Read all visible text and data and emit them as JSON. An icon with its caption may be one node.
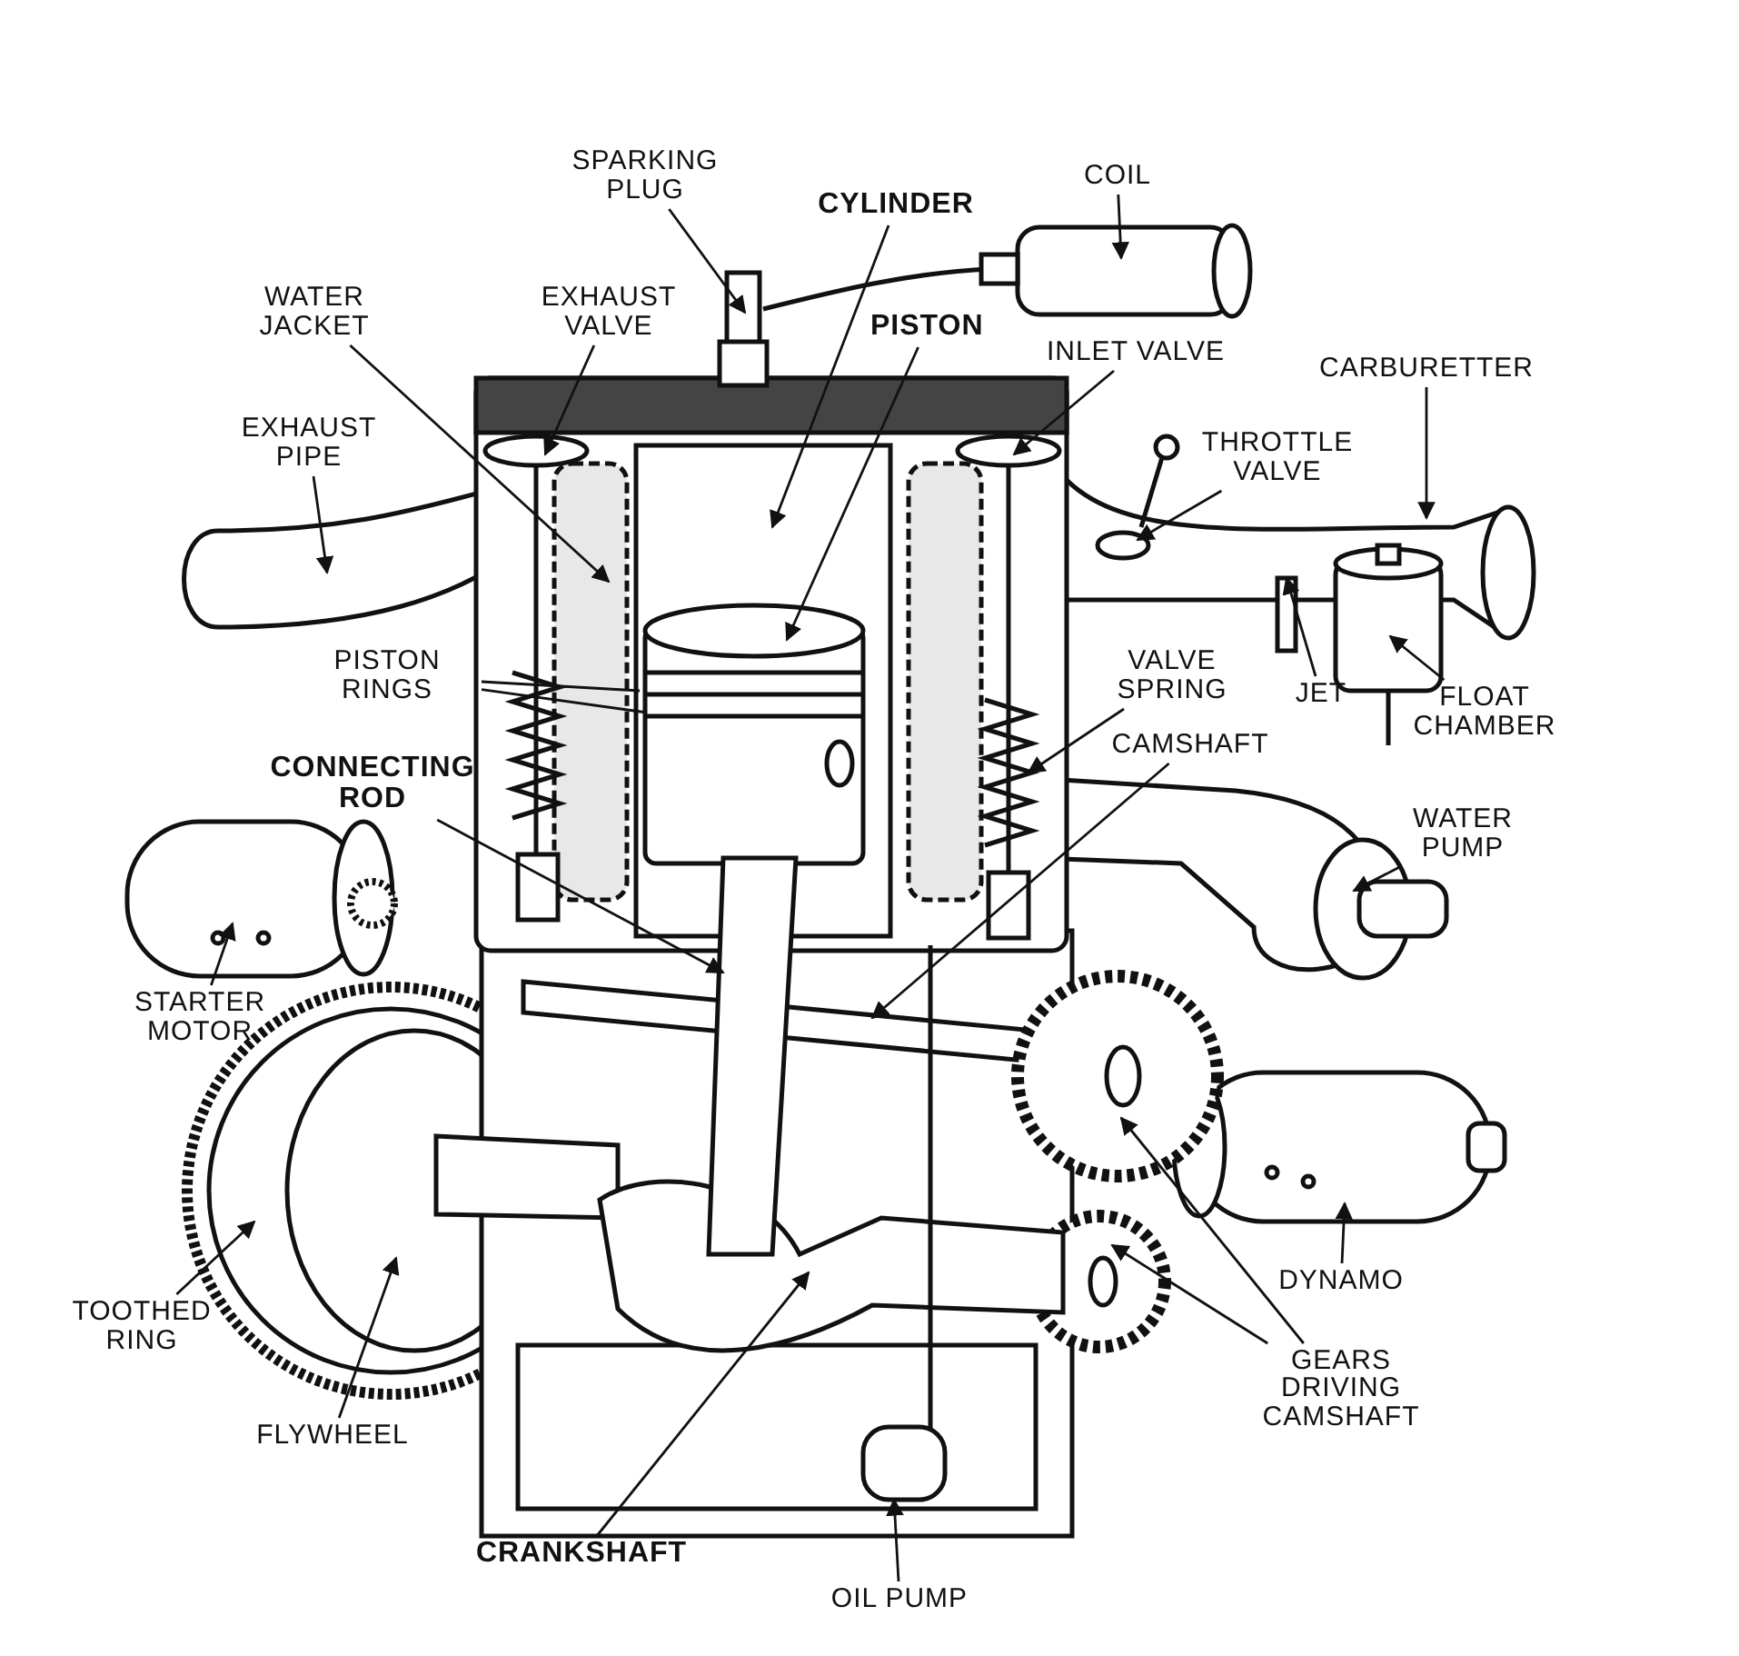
{
  "diagram": {
    "nodes": [
      {
        "text": [
          "SPARKING PLUG"
        ]
      },
      {
        "text": [
          "CYLINDER"
        ]
      },
      {
        "text": [
          "COIL"
        ]
      },
      {
        "text": [
          "WATER JACKET"
        ]
      },
      {
        "text": [
          "EXHAUST VALVE"
        ]
      },
      {
        "text": [
          "PISTON"
        ]
      },
      {
        "text": [
          "INLET VALVE"
        ]
      },
      {
        "text": [
          "CARBURETTER"
        ]
      },
      {
        "text": [
          "EXHAUST PIPE"
        ]
      },
      {
        "text": [
          "THROTTLE VALVE"
        ]
      },
      {
        "text": [
          "PISTON RINGS"
        ]
      },
      {
        "text": [
          "VALVE SPRING"
        ]
      },
      {
        "text": [
          "JET"
        ]
      },
      {
        "text": [
          "FLOAT CHAMBER"
        ]
      },
      {
        "text": [
          "CONNECTING ROD"
        ]
      },
      {
        "text": [
          "CAMSHAFT"
        ]
      },
      {
        "text": [
          "WATER PUMP"
        ]
      },
      {
        "text": [
          "STARTER MOTOR"
        ]
      },
      {
        "text": [
          "TOOTHED RING"
        ]
      },
      {
        "text": [
          "DYNAMO"
        ]
      },
      {
        "text": [
          "GEARS DRIVING CAMSHAFT"
        ]
      },
      {
        "text": [
          "FLYWHEEL"
        ]
      },
      {
        "text": [
          "CRANKSHAFT"
        ]
      },
      {
        "text": [
          "OIL PUMP"
        ]
      }
    ],
    "edges": [
      {
        "from": 0,
        "to": null,
        "arrow": "to"
      },
      {
        "from": 1,
        "to": null,
        "arrow": "to"
      },
      {
        "from": 2,
        "to": null,
        "arrow": "to"
      },
      {
        "from": 3,
        "to": null,
        "arrow": "to"
      },
      {
        "from": 4,
        "to": null,
        "arrow": "to"
      },
      {
        "from": 5,
        "to": null,
        "arrow": "to"
      },
      {
        "from": 6,
        "to": null,
        "arrow": "to"
      },
      {
        "from": 7,
        "to": null,
        "arrow": "to"
      },
      {
        "from": 8,
        "to": null,
        "arrow": "to"
      },
      {
        "from": 9,
        "to": null,
        "arrow": "to"
      },
      {
        "from": 10,
        "to": null,
        "arrow": "none"
      },
      {
        "from": 10,
        "to": null,
        "arrow": "none"
      },
      {
        "from": 11,
        "to": null,
        "arrow": "to"
      },
      {
        "from": 12,
        "to": null,
        "arrow": "to"
      },
      {
        "from": 13,
        "to": null,
        "arrow": "to"
      },
      {
        "from": 14,
        "to": null,
        "arrow": "to"
      },
      {
        "from": 15,
        "to": null,
        "arrow": "to"
      },
      {
        "from": 16,
        "to": null,
        "arrow": "to"
      },
      {
        "from": 17,
        "to": null,
        "arrow": "to"
      },
      {
        "from": 18,
        "to": null,
        "arrow": "to"
      },
      {
        "from": 19,
        "to": null,
        "arrow": "to"
      },
      {
        "from": 20,
        "to": null,
        "arrow": "to"
      },
      {
        "from": 20,
        "to": null,
        "arrow": "to"
      },
      {
        "from": 21,
        "to": null,
        "arrow": "to"
      },
      {
        "from": 22,
        "to": null,
        "arrow": "to"
      },
      {
        "from": 23,
        "to": null,
        "arrow": "to"
      }
    ]
  }
}
